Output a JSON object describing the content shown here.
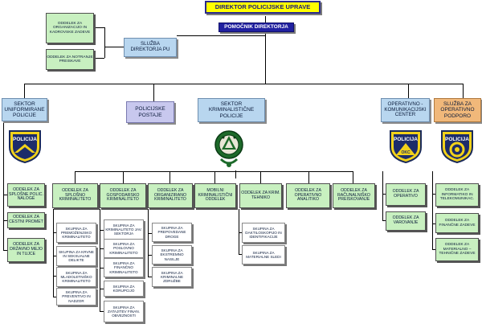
{
  "top": {
    "director": "DIREKTOR POLICIJSKE UPRAVE",
    "assistant": "POMOČNIK DIREKTORJA"
  },
  "director_office": {
    "service": "SLUŽBA DIREKTORJA PU",
    "units": [
      "ODDELEK ZA ORGANIZACIJO IN KADROVSKE ZADEVE",
      "ODDELEK ZA NOTRANJE PREISKAVE"
    ]
  },
  "sectors": {
    "uniformed": "SEKTOR UNIFORMIRANE POLICIJE",
    "stations": "POLICIJSKE POSTAJE",
    "criminal": "SEKTOR KRIMINALISTIČNE POLICIJE",
    "opcom": "OPERATIVNO - KOMUNIKACIJSKI CENTER",
    "support": "SLUŽBA ZA OPERATIVNO PODPORO"
  },
  "badges": {
    "policija": "POLICIJA",
    "ocp": "OKC"
  },
  "uniformed_units": [
    "ODDELEK ZA SPLOŠNE POLIC. NALOGE",
    "ODDELEK ZA CESTNI PROMET",
    "ODDELEK ZA DRŽAVNO MEJO IN TUJCE"
  ],
  "crim_units": {
    "general": "ODDELEK ZA SPLOŠNO KRIMINALITETO",
    "economic": "ODDELEK ZA GOSPODARSKO KRIMINALITETO",
    "organized": "ODDELEK ZA ORGANIZIRANO KRIMINALITETO",
    "mobile": "MOBILNI KRIMINALISTIČNI ODDELEK",
    "tech": "ODDELEK ZA KRIM. TEHNIKO",
    "analytic": "ODDELEK ZA OPERATIVNO ANALITIKO",
    "computer": "ODDELEK ZA RAČUNALNIŠKO PREISKOVANJE"
  },
  "crim_groups": {
    "general": [
      "SKUPINA ZA PREMOŽENJSKO KRIMINALITETO",
      "SKUPINA ZA KRVNE IN SEKSUALNE DELIKTE",
      "SKUPINA ZA MLADOLETNIŠKO KRIMINALITETO",
      "SKUPINA ZA PREVENTIVO IN NADZOR"
    ],
    "economic": [
      "SKUPINA ZA KRIMINALITETO JAV. SEKTORJA",
      "SKUPINA ZA POSLOVNO KRIMINALITETO",
      "SKUPINA ZA FINANČNO KRIMINALITETO",
      "SKUPINA ZA KORUPCIJO",
      "SKUPINA ZA ZATAJITEV FINAN. OBVEZNOSTI"
    ],
    "organized": [
      "SKUPINA ZA PREPOVEDANE DROGE",
      "SKUPINA ZA EKSTREMNO NASILJE",
      "SKUPINA ZA KRIMINALNE ZDRUŽBE"
    ],
    "tech": [
      "SKUPINA ZA DAKTILOSKOPIJO IN IDENTIFIKACIJE",
      "SKUPINA ZA MATERIALNE SLEDI"
    ]
  },
  "opcom_units": [
    "ODDELEK ZA OPERATIVO",
    "ODDELEK ZA VAROVANJE"
  ],
  "support_units": [
    "ODDELEK ZA INFORMATIKO IN TELEKOMUNIKAC.",
    "ODDELEK ZA FINANČNE ZADEVE",
    "ODDELEK ZA MATERIALNO – TEHNIČNE ZADEVE"
  ]
}
